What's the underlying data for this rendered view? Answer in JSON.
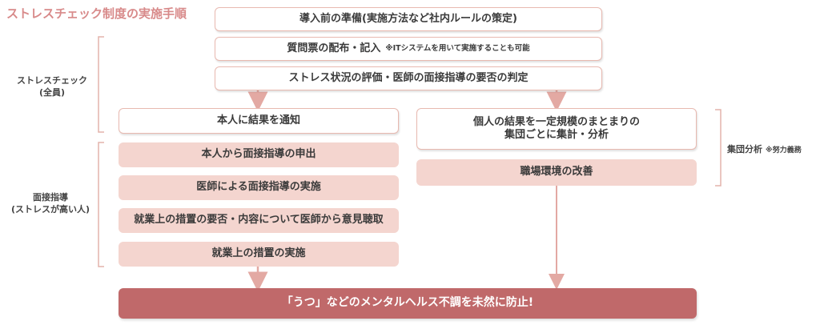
{
  "title": "ストレスチェック制度の実施手順",
  "steps": {
    "pre_prep": "導入前の準備(実施方法など社内ルールの策定)",
    "questionnaire": "質問票の配布・記入",
    "questionnaire_note": "※ITシステムを用いて実施することも可能",
    "evaluation": "ストレス状況の評価・医師の面接指導の要否の判定",
    "notify": "本人に結果を通知",
    "request": "本人から面接指導の申出",
    "interview": "医師による面接指導の実施",
    "opinion": "就業上の措置の要否・内容について医師から意見聴取",
    "measures": "就業上の措置の実施",
    "group_line1": "個人の結果を一定規模のまとまりの",
    "group_line2": "集団ごとに集計・分析",
    "improve": "職場環境の改善",
    "final": "「うつ」などのメンタルヘルス不調を未然に防止!"
  },
  "side_labels": {
    "stress_check_line1": "ストレスチェック",
    "stress_check_line2": "(全員)",
    "interview_line1": "面接指導",
    "interview_line2": "(ストレスが高い人)",
    "group_analysis": "集団分析",
    "group_analysis_note": "※努力義務"
  },
  "colors": {
    "title": "#d88a8a",
    "outline": "#e8b9b0",
    "fill": "#f4d5cf",
    "final": "#c0696a",
    "arrow": "#e3a9a3",
    "bracket": "#e3b3ab"
  }
}
